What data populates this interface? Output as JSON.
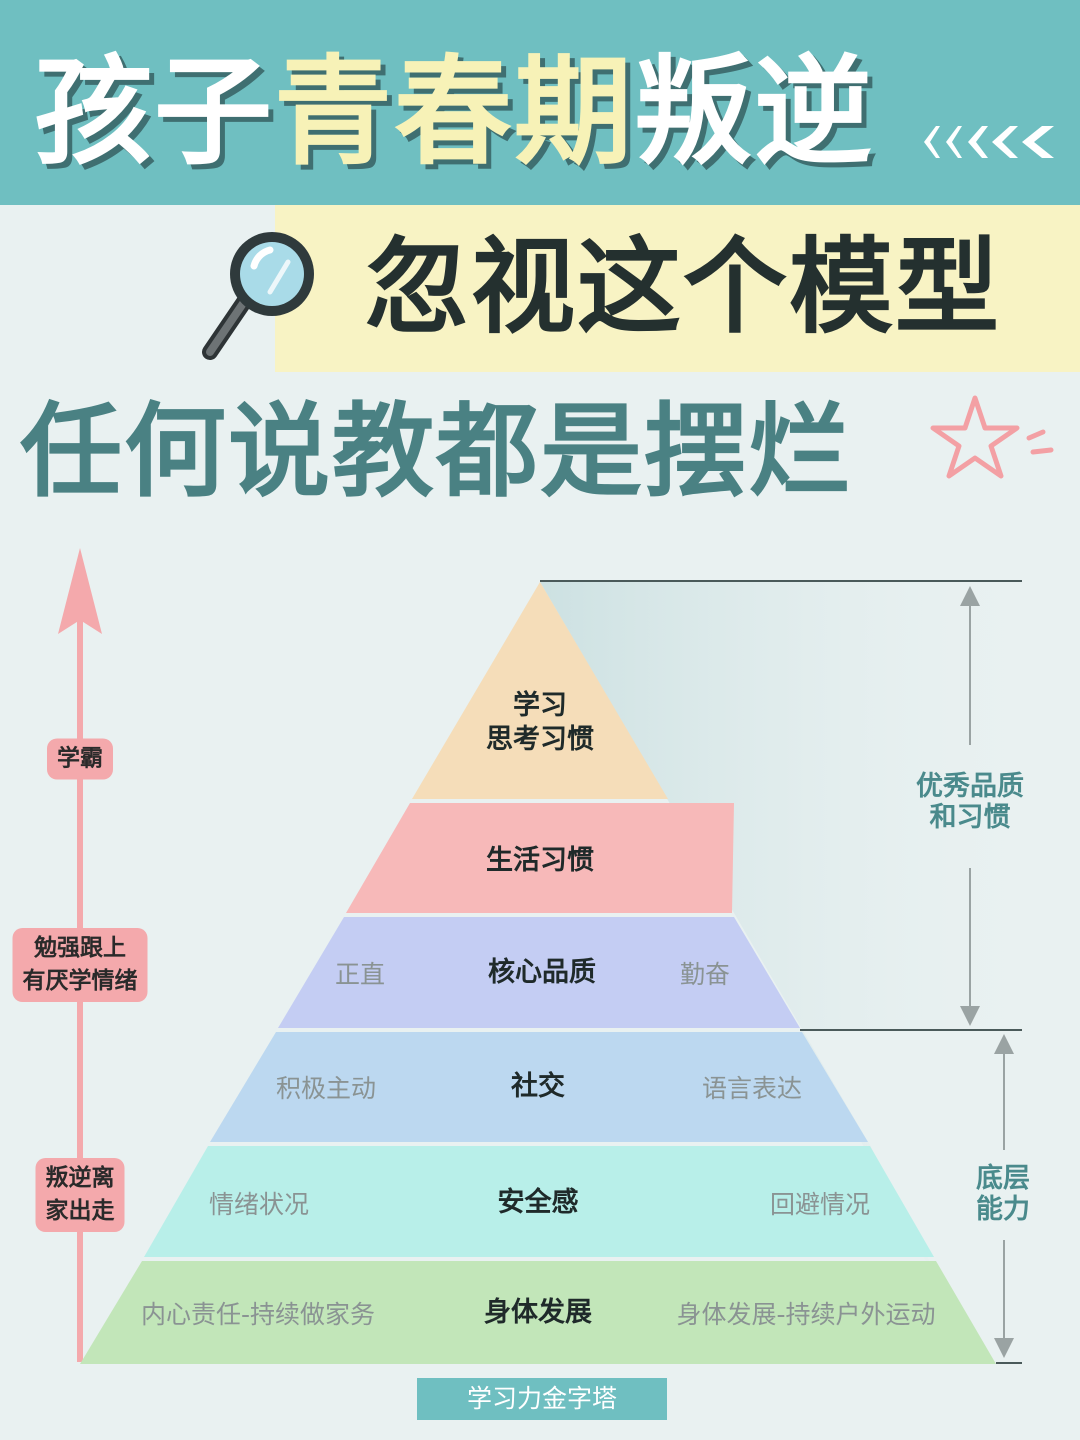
{
  "header": {
    "title_part1": "孩子",
    "title_part2": "青春期",
    "title_part3": "叛逆",
    "subtitle": "忽视这个模型",
    "tagline": "任何说教都是摆烂"
  },
  "pyramid": {
    "levels": [
      {
        "label_line1": "学习",
        "label_line2": "思考习惯",
        "left": "",
        "right": "",
        "color": "#f5ddb9"
      },
      {
        "label_line1": "生活习惯",
        "label_line2": "",
        "left": "",
        "right": "",
        "color": "#f7b9b9"
      },
      {
        "label_line1": "核心品质",
        "label_line2": "",
        "left": "正直",
        "right": "勤奋",
        "color": "#c4cdf3"
      },
      {
        "label_line1": "社交",
        "label_line2": "",
        "left": "积极主动",
        "right": "语言表达",
        "color": "#bcd8f0"
      },
      {
        "label_line1": "安全感",
        "label_line2": "",
        "left": "情绪状况",
        "right": "回避情况",
        "color": "#b8efe9"
      },
      {
        "label_line1": "身体发展",
        "label_line2": "",
        "left": "内心责任-持续做家务",
        "right": "身体发展-持续户外运动",
        "color": "#c2e6b9"
      }
    ],
    "caption": "学习力金字塔"
  },
  "left_axis": {
    "badges": [
      {
        "line1": "学霸",
        "line2": ""
      },
      {
        "line1": "勉强跟上",
        "line2": "有厌学情绪"
      },
      {
        "line1": "叛逆离",
        "line2": "家出走"
      }
    ],
    "color": "#f4a9ac"
  },
  "right_brackets": {
    "top": {
      "line1": "优秀品质",
      "line2": "和习惯"
    },
    "bottom": {
      "line1": "底层",
      "line2": "能力"
    }
  },
  "colors": {
    "header_teal": "#6fbfc1",
    "header_yellow_text": "#f7f2b7",
    "subtitle_band": "#f8f3c4",
    "tagline": "#4a8183",
    "background": "#e9f1f1"
  }
}
